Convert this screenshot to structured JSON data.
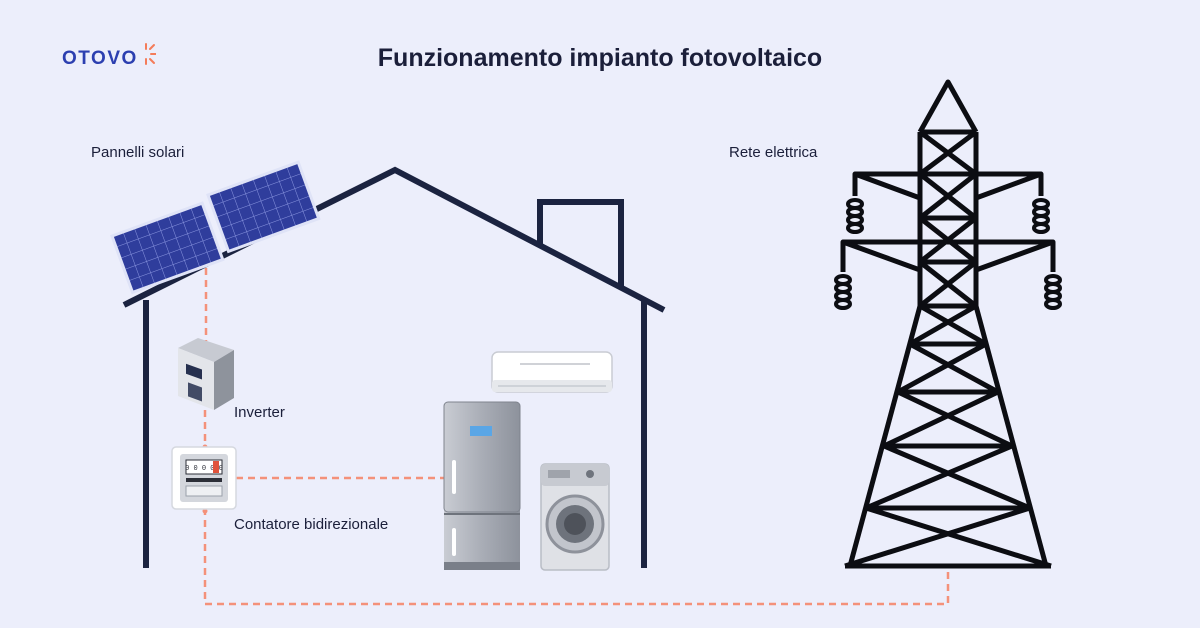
{
  "brand": {
    "logo_text": "OTOVO",
    "accent_color": "#f47c5a",
    "logo_color": "#2c3fb0"
  },
  "title": "Funzionamento impianto fotovoltaico",
  "labels": {
    "solar_panels": "Pannelli solari",
    "grid": "Rete elettrica",
    "inverter": "Inverter",
    "meter": "Contatore bidirezionale"
  },
  "meter_display": "0 0 0 0 0",
  "icons": {
    "house": "house-outline-icon",
    "solar_panel": "solar-panel-icon",
    "inverter": "inverter-icon",
    "meter": "bidirectional-meter-icon",
    "air_conditioner": "air-conditioner-icon",
    "fridge": "fridge-icon",
    "washing_machine": "washing-machine-icon",
    "pylon": "power-pylon-icon"
  },
  "colors": {
    "background": "#eceefb",
    "outline": "#1b2340",
    "connection": "#f4917a",
    "panel": "#2f3d9c"
  }
}
